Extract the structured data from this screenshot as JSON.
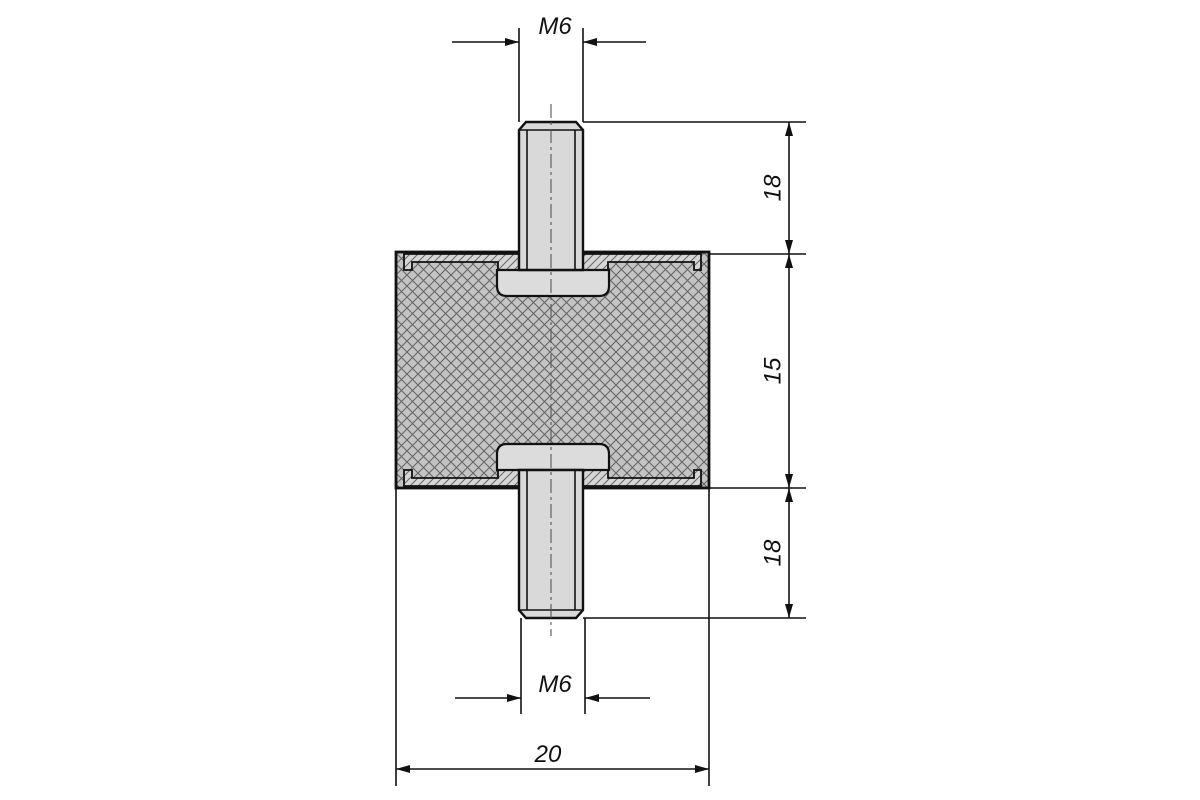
{
  "dimensions": {
    "thread_top": "M6",
    "thread_bottom": "M6",
    "stud_length_top": "18",
    "body_height": "15",
    "stud_length_bottom": "18",
    "body_diameter": "20"
  },
  "colors": {
    "line": "#111111",
    "metal_fill": "#d6d6d6",
    "rubber_fill": "#bfbfbf",
    "hatch": "#6a6a6a",
    "background": "#ffffff"
  }
}
